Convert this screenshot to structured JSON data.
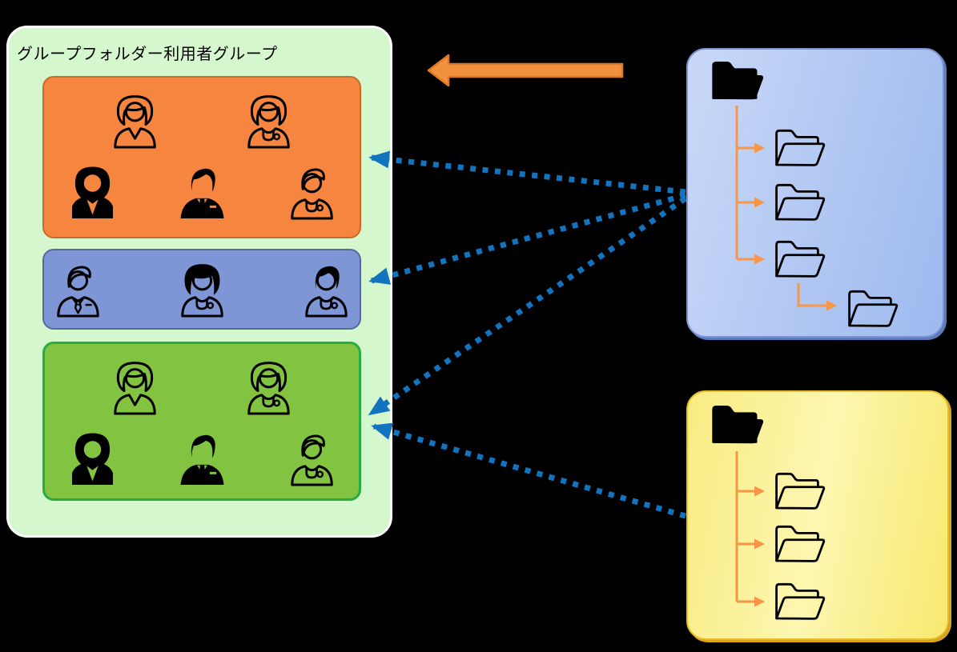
{
  "title": "グループフォルダー利用者グループ",
  "user_groups": [
    {
      "id": "group-orange",
      "label": "orange-user-group",
      "fill": "#F5853F",
      "border": "#C96B28",
      "member_rows": [
        [
          "business-woman",
          "doctor-woman"
        ],
        [
          "business-woman-solid",
          "business-man-solid",
          "doctor-man"
        ]
      ]
    },
    {
      "id": "group-blue",
      "label": "blue-user-group",
      "fill": "#7E96D6",
      "border": "#56699B",
      "member_rows": [
        [
          "business-man",
          "doctor-woman-darkhair",
          "doctor-man-darkhair"
        ]
      ]
    },
    {
      "id": "group-green",
      "label": "green-user-group",
      "fill": "#82C341",
      "border": "#27AD3F",
      "member_rows": [
        [
          "business-woman",
          "doctor-woman"
        ],
        [
          "business-woman-solid",
          "business-man-solid",
          "doctor-man"
        ]
      ]
    }
  ],
  "folder_panels": [
    {
      "id": "tree-blue",
      "label": "group-folder-blue",
      "gradient": [
        "#C9D8F7",
        "#9DB9EF"
      ],
      "border": "#7C95D2",
      "shadow": "#5C7BBE",
      "root_folder": "solid-open-folder",
      "subfolder_count": 3,
      "nested_under_last": 1
    },
    {
      "id": "tree-yellow",
      "label": "group-folder-yellow",
      "gradient": [
        "#F8EC82",
        "#FDF6B0",
        "#F7E96E"
      ],
      "border": "#E8BC2B",
      "shadow": "#D9A520",
      "root_folder": "solid-open-folder",
      "subfolder_count": 3,
      "nested_under_last": 0
    }
  ],
  "connectors": [
    {
      "from": "tree-blue",
      "to": "group-orange",
      "style": "dotted",
      "color": "#1273BE"
    },
    {
      "from": "tree-blue",
      "to": "group-blue",
      "style": "dotted",
      "color": "#1273BE"
    },
    {
      "from": "tree-blue",
      "to": "group-green",
      "style": "dotted",
      "color": "#1273BE"
    },
    {
      "from": "tree-yellow",
      "to": "group-green",
      "style": "dotted",
      "color": "#1273BE"
    }
  ],
  "assign_arrow": {
    "direction": "left",
    "fill": "#F2913D",
    "border": "#DE7B2A"
  },
  "tree_connector_color": "#F79646"
}
